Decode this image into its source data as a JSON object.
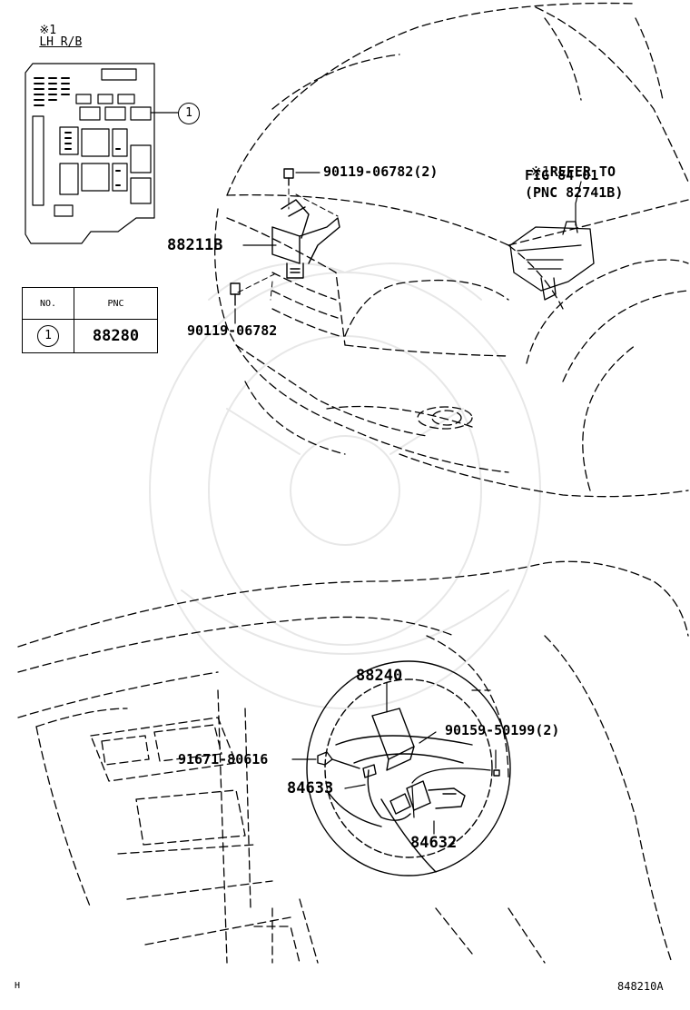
{
  "note_header": {
    "mark": "※1",
    "text": "LH R/B"
  },
  "relay_box": {
    "callout": "1"
  },
  "table": {
    "headers": [
      "NO.",
      "PNC"
    ],
    "rows": [
      {
        "no": "1",
        "pnc": "88280"
      }
    ]
  },
  "refer_note": {
    "mark": "※1",
    "line1": "REFER TO",
    "line2": "FIG 84-01",
    "line3": "(PNC 82741B)"
  },
  "labels": {
    "bolt_top": "90119-06782(2)",
    "bracket": "88211B",
    "bolt_bottom": "90119-06782",
    "computer": "88240",
    "screw": "90159-50199(2)",
    "nut": "91671-80616",
    "harness": "84633",
    "switch": "84632"
  },
  "footer": {
    "left": "H",
    "right": "848210A"
  }
}
